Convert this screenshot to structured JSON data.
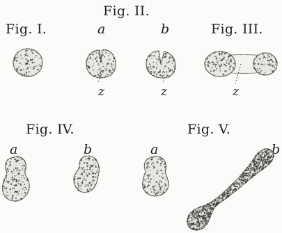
{
  "plate": {
    "labels": {
      "fig_ii": "Fig. II.",
      "fig_i": "Fig. I.",
      "fig_iii": "Fig. III.",
      "fig_iv": "Fig. IV.",
      "fig_v": "Fig. V.",
      "a_fig_ii": "a",
      "b_fig_ii": "b",
      "z_fig_ii_a": "z",
      "z_fig_ii_b": "z",
      "z_fig_iii": "z",
      "a_fig_iv_left": "a",
      "b_fig_iv": "b",
      "a_fig_iv_right": "a",
      "b_fig_v": "b"
    },
    "colors": {
      "background": "#fbfbf9",
      "ink": "#2a2a2a",
      "cell_fill": "#e9e7e1",
      "cell_edge": "#555555"
    }
  }
}
